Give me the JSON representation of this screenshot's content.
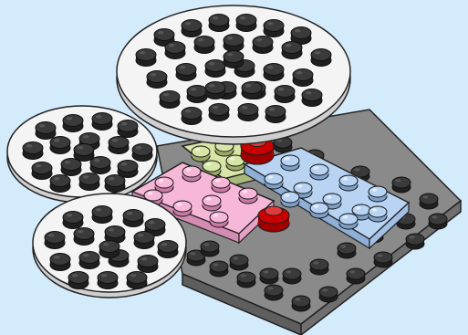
{
  "scene": {
    "description_visible_text": "",
    "colors": {
      "background": "#d4ebfb",
      "white_plate": "#f4f4f4",
      "white_plate_side": "#cfcfcf",
      "stud_dark": "#2b2b2b",
      "stud_top": "#3f3f3f",
      "gray_base": "#8a8a8a",
      "gray_base_side": "#5e5e5e",
      "green_plate": "#d6e6a6",
      "pink_plate": "#f7b8d8",
      "blue_plate": "#b9d4f3",
      "red_stud": "#cc0000",
      "outline": "#222222"
    },
    "parts": [
      {
        "name": "large-round-plate",
        "color": "white",
        "shape": "round",
        "studs": 32
      },
      {
        "name": "medium-round-plate-left",
        "color": "white",
        "shape": "round",
        "studs": 18
      },
      {
        "name": "medium-round-plate-bottom",
        "color": "white",
        "shape": "round",
        "studs": 17
      },
      {
        "name": "gray-base-plate",
        "color": "dark-gray",
        "shape": "square"
      },
      {
        "name": "green-plate",
        "color": "lime-green",
        "shape": "rectangle",
        "studs": 4
      },
      {
        "name": "pink-plate",
        "color": "pink",
        "shape": "rectangle",
        "studs": 8
      },
      {
        "name": "blue-plate",
        "color": "light-blue",
        "shape": "rectangle",
        "studs": 12
      },
      {
        "name": "red-round-stud-top",
        "color": "red",
        "shape": "round-1x1"
      },
      {
        "name": "red-round-stud-bottom",
        "color": "red",
        "shape": "round-1x1"
      }
    ]
  }
}
